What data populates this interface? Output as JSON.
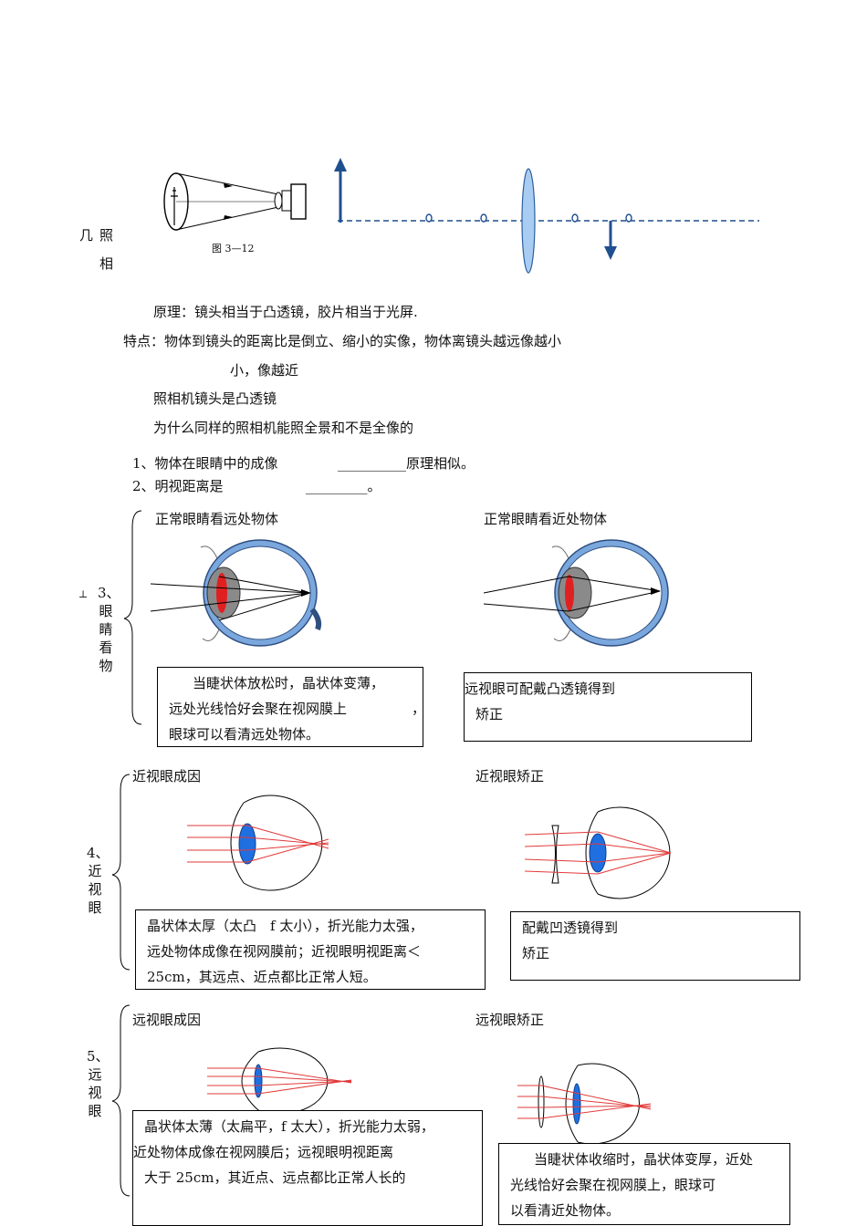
{
  "figure_caption": "图 3—12",
  "margin_labels": {
    "left1": "几",
    "left2": "照",
    "left3": "相"
  },
  "camera": {
    "principle": "原理：镜头相当于凸透镜，胶片相当于光屏.",
    "feature_a": "特点：物体到镜头的距离比是倒立、缩小的实像，物体离镜头越远像越小",
    "feature_b": "小，像越近",
    "lens": "照相机镜头是凸透镜",
    "question": "为什么同样的照相机能照全景和不是全像的"
  },
  "eye_intro": {
    "line1_a": "1、物体在眼睛中的成像",
    "line1_blank": "__________",
    "line1_b": "原理相似。",
    "line2_a": "2、明视距离是",
    "line2_blank": "_________",
    "line2_b": "。"
  },
  "section3": {
    "side_label": "3、眼睛看物",
    "left_title": "正常眼睛看远处物体",
    "right_title": "正常眼睛看近处物体",
    "left_box": [
      "当睫状体放松时，晶状体变薄，",
      "远处光线恰好会聚在视网膜上",
      "，",
      "眼球可以看清远处物体。"
    ],
    "right_box": [
      "远视眼可配戴凸透镜得到",
      "矫正"
    ]
  },
  "section4": {
    "side_label": "4、近视眼",
    "left_title": "近视眼成因",
    "right_title": "近视眼矫正",
    "left_box": [
      "晶状体太厚（太凸　f 太小），折光能力太强，",
      "远处物体成像在视网膜前；近视眼明视距离＜",
      "25cm，其远点、近点都比正常人短。"
    ],
    "right_box": [
      "配戴凹透镜得到",
      "矫正"
    ]
  },
  "section5": {
    "side_label": "5、远视眼",
    "left_title": "远视眼成因",
    "right_title": "远视眼矫正",
    "left_box": [
      "晶状体太薄（太扁平，f 太大），折光能力太弱，",
      "近处物体成像在视网膜后；远视眼明视距离",
      "大于 25cm，其近点、远点都比正常人长的"
    ],
    "right_box": [
      "当睫状体收缩时，晶状体变厚，近处",
      "光线恰好会聚在视网膜上，眼球可",
      "以看清近处物体。"
    ]
  },
  "colors": {
    "lens_blue": "#2f7de0",
    "ray_red": "#e23a3a",
    "arrow_blue": "#1f4f8f",
    "dash_blue": "#1f4f8f",
    "eye_blue": "#5b8fd0"
  }
}
